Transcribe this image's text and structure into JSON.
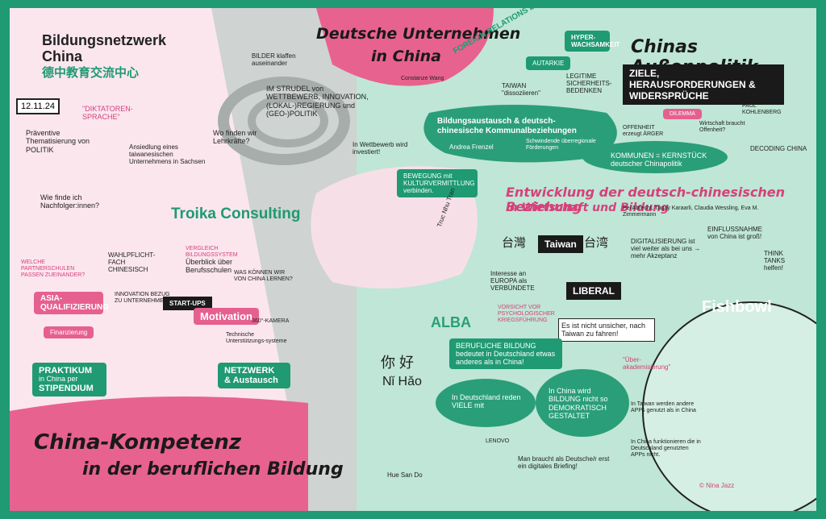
{
  "logo": {
    "line1": "Bildungsnetzwerk",
    "line2": "China",
    "chinese": "德中教育交流中心"
  },
  "date": "12.11.24",
  "left": {
    "diktatoren": "\"DIKTATOREN-SPRACHE\"",
    "praeventive": "Präventive Thematisierung von POLITIK",
    "ansiedlung": "Ansiedlung eines taiwanesischen Unternehmens in Sachsen",
    "wo_finden": "Wo finden wir Lehrkräfte?",
    "nachfolger": "Wie finde ich Nachfolger:innen?",
    "troika": "Troika Consulting",
    "partnerschulen": "WELCHE PARTNERSCHULEN PASSEN ZUEINANDER?",
    "wahlpflicht": "WAHLPFLICHT-FACH CHINESISCH",
    "vergleich": "VERGLEICH BILDUNGSSYSTEM",
    "ueberblick": "Überblick über Berufsschulen",
    "was_koennen": "WAS KÖNNEN WIR VON CHINA LERNEN?",
    "asia": "ASIA-QUALIFIZIERUNG",
    "innovation": "INNOVATION BEZUG ZU UNTERNEHMEN",
    "startups": "START-UPS",
    "motivation": "Motivation",
    "kamera": "360°-KAMERA",
    "technische": "Technische Unterstützungs-systeme",
    "finanzierung": "Finanzierung",
    "praktikum_1": "PRAKTIKUM",
    "praktikum_2": "in China per",
    "praktikum_3": "STIPENDIUM",
    "netzwerk_1": "NETZWERK",
    "netzwerk_2": "& Austausch",
    "title_1": "China-Kompetenz",
    "title_2": "in der beruflichen Bildung"
  },
  "center": {
    "title_1": "Deutsche Unternehmen",
    "title_2": "in China",
    "speaker_title": "Constanze Wang",
    "bilder": "BILDER klaffen auseinander",
    "strudel": "IM STRUDEL von WETTBEWERB, INNOVATION, (LOKAL-)REGIERUNG und (GEO-)POLITIK",
    "wettbewerb": "In Wettbewerb wird investiert!",
    "foreign": "FOREIGN RELATIONS LAW",
    "bildungsaustausch": "Bildungsaustausch & deutsch-chinesische Kommunalbeziehungen",
    "speaker_frenzel": "Andrea Frenzel",
    "schwindende": "Schwindende überregionale Förderungen",
    "bewegung": "BEWEGUNG mit KULTURVERMITTLUNG verbinden.",
    "tai_chi_name": "Truc Nhu Tran",
    "nihao_cn": "你 好",
    "nihao_py": "Nǐ Hǎo",
    "speaker_hue": "Hue San Do",
    "alba": "ALBA"
  },
  "right": {
    "title": "Chinas Außenpolitik",
    "subtitle": "ZIELE, HERAUSFORDERUNGEN & WIDERSPRÜCHE",
    "speaker": "PAUL KOHLENBERG",
    "hyper": "HYPER-WACHSAMKEIT",
    "autarkie": "AUTARKIE",
    "legitime": "LEGITIME SICHERHEITS-BEDENKEN",
    "taiwan_diss": "TAIWAN \"dissoziieren\"",
    "offenheit": "OFFENHEIT erzeugt ÄRGER",
    "dilemma": "DILEMMA",
    "wirtschaft": "Wirtschaft braucht Offenheit?",
    "decoding": "DECODING CHINA",
    "kommunen": "KOMMUNEN = KERNSTÜCK deutscher Chinapolitik",
    "entwicklung_1": "Entwicklung der deutsch-chinesischen Beziehung",
    "entwicklung_2": "in Wirtschaft und Bildung",
    "speakers": "Pei Abrecht, Tugay Karaarli, Claudia Wessling, Eva M. Zimmermann",
    "taiwan_left": "台灣",
    "taiwan": "Taiwan",
    "taiwan_right": "台湾",
    "digitalisierung": "DIGITALISIERUNG ist viel weiter als bei uns → mehr Akzeptanz",
    "einfluss": "EINFLUSSNAHME von China ist groß!",
    "think_tanks": "THINK TANKS helfen!",
    "interesse": "Interesse an EUROPA als VERBÜNDETE",
    "liberal": "LIBERAL",
    "vorsicht": "VORSICHT VOR PSYCHOLOGISCHER KRIEGSFÜHRUNG",
    "unsicher": "Es ist nicht unsicher, nach Taiwan zu fahren!",
    "fishbowl": "Fishbowl",
    "berufliche": "BERUFLICHE BILDUNG bedeutet in Deutschland etwas anderes als in China!",
    "ueber": "\"Über-akademisierung\"",
    "deutschland_reden": "In Deutschland reden VIELE mit",
    "china_wird": "In China wird BILDUNG nicht so DEMOKRATISCH GESTALTET",
    "apps_taiwan": "In Taiwan werden andere APPs genutzt als in China",
    "apps_china": "In China funktionieren die in Deutschland genutzten APPs nicht.",
    "lenovo": "LENOVO",
    "briefing": "Man braucht als Deutsche/r erst ein digitales Briefing!",
    "copyright": "© Nina Jazz"
  },
  "colors": {
    "pink": "#d6417a",
    "green": "#1f9a72",
    "mint": "#b9e3d2",
    "light_pink": "#f5d3de"
  }
}
